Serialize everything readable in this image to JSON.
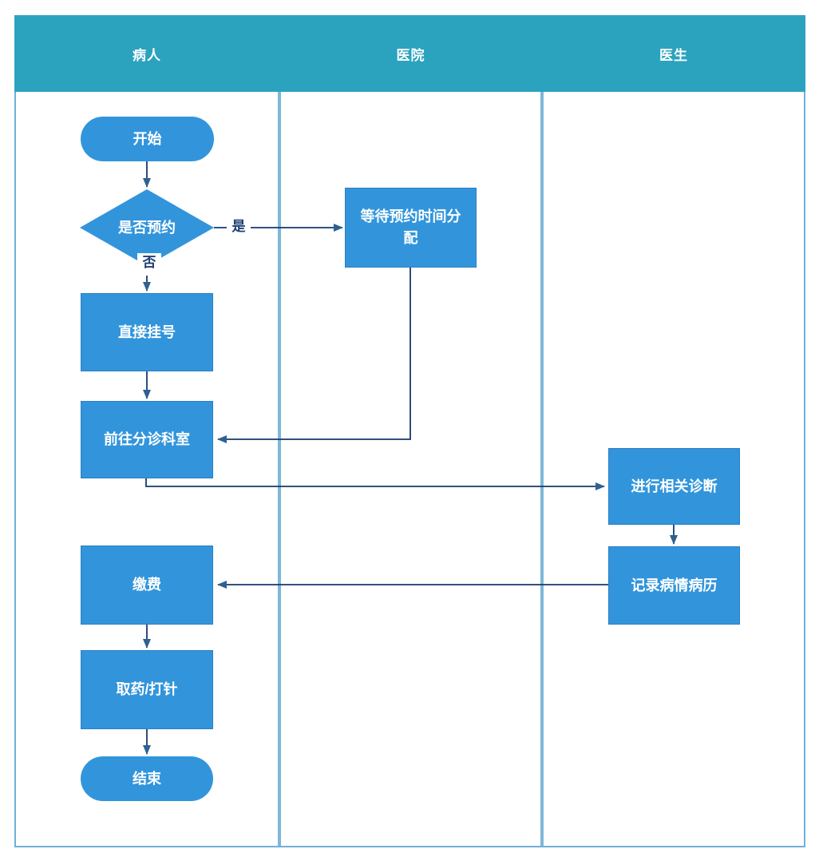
{
  "header": {
    "lanes": [
      {
        "label": "病人"
      },
      {
        "label": "医院"
      },
      {
        "label": "医生"
      }
    ]
  },
  "nodes": {
    "start": {
      "label": "开始",
      "type": "terminator"
    },
    "decision": {
      "label": "是否预约",
      "type": "decision"
    },
    "wait": {
      "label": "等待预约时间分配",
      "type": "process"
    },
    "register": {
      "label": "直接挂号",
      "type": "process"
    },
    "triage": {
      "label": "前往分诊科室",
      "type": "process"
    },
    "diagnose": {
      "label": "进行相关诊断",
      "type": "process"
    },
    "record": {
      "label": "记录病情病历",
      "type": "process"
    },
    "pay": {
      "label": "缴费",
      "type": "process"
    },
    "meds": {
      "label": "取药/打针",
      "type": "process"
    },
    "end": {
      "label": "结束",
      "type": "terminator"
    }
  },
  "edge_labels": {
    "yes": "是",
    "no": "否"
  },
  "colors": {
    "header_bg": "#2ba3bf",
    "node_fill": "#3295db",
    "node_border": "#2a7ec5",
    "lane_divider": "#7db8d8",
    "frame_border": "#6fb0da",
    "connector_line": "#16396b",
    "arrowhead": "#2d6191",
    "node_text": "#ffffff",
    "edge_label_text": "#1e3f74"
  }
}
